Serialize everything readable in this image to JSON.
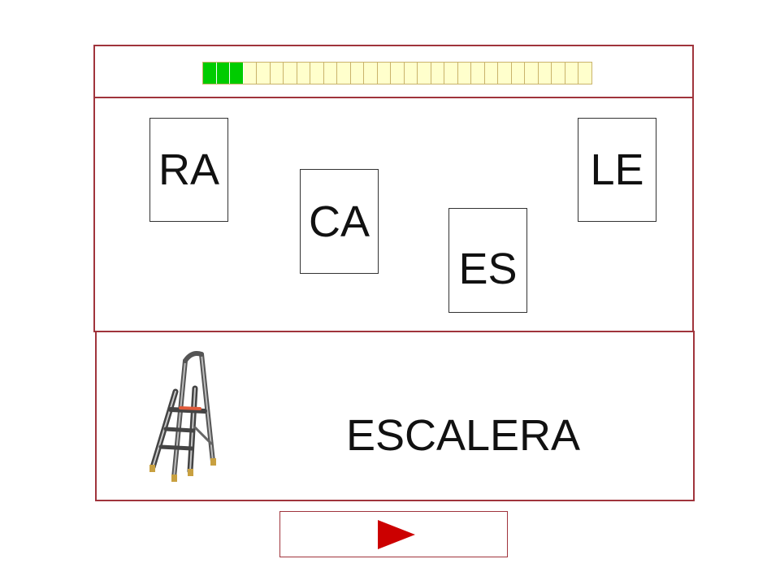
{
  "progress": {
    "total_segments": 29,
    "filled_segments": 3,
    "filled_color": "#00cc00",
    "empty_color": "#ffffcc"
  },
  "syllable_cards": [
    {
      "id": "ra",
      "text": "RA"
    },
    {
      "id": "ca",
      "text": "CA"
    },
    {
      "id": "es",
      "text": "ES"
    },
    {
      "id": "le",
      "text": "LE"
    }
  ],
  "target": {
    "word": "ESCALERA",
    "image": "ladder-icon"
  },
  "navigation": {
    "next_icon": "play-arrow-icon"
  },
  "colors": {
    "panel_border": "#a0343c",
    "arrow": "#cc0000"
  }
}
